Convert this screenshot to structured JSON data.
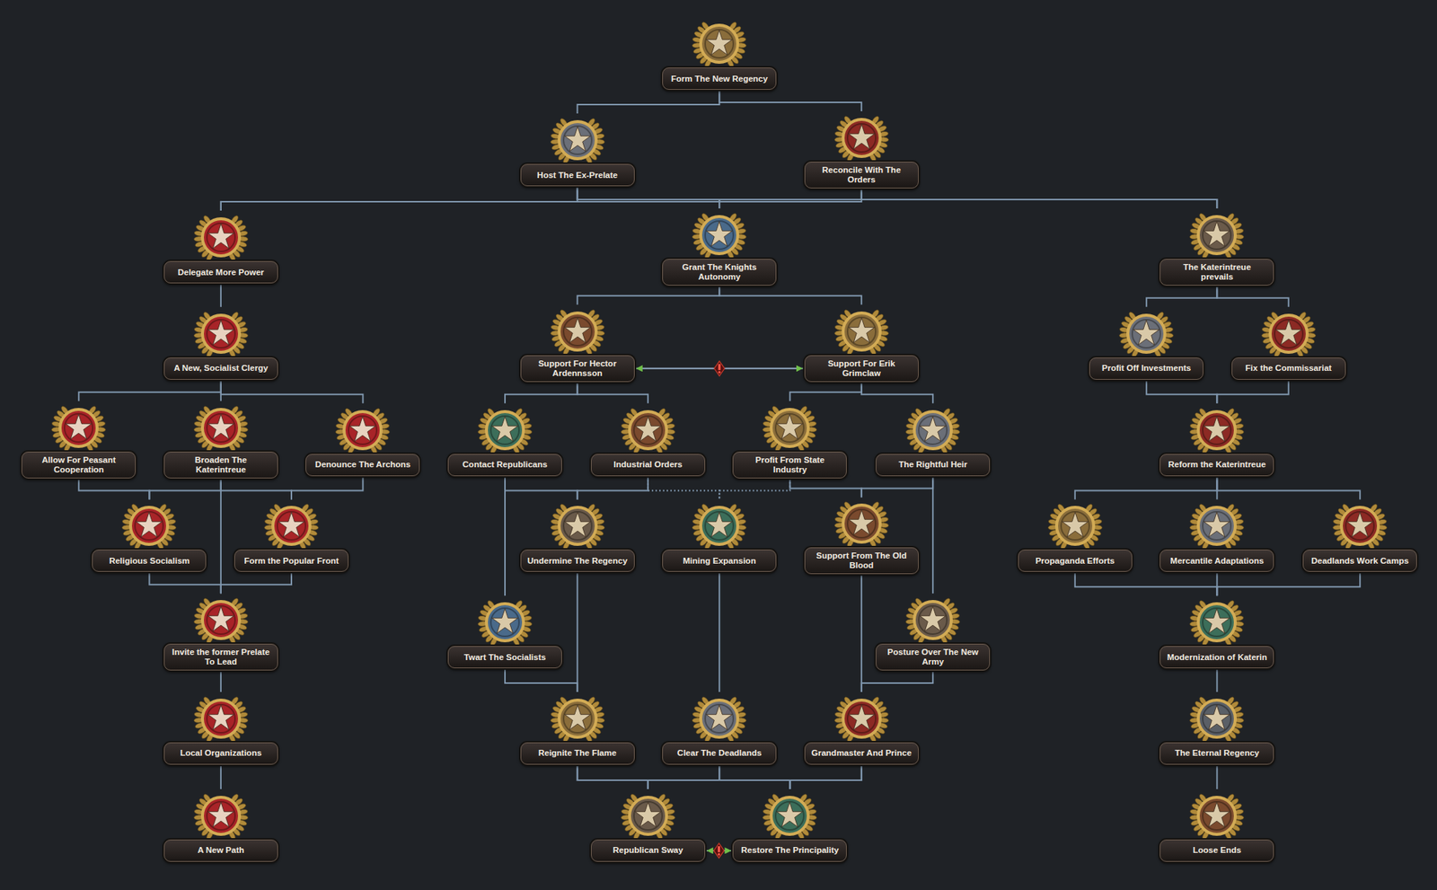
{
  "diagram": {
    "nodes": [
      {
        "text": [
          "Form The New Regency"
        ]
      },
      {
        "text": [
          "Host The Ex-Prelate"
        ]
      },
      {
        "text": [
          "Reconcile With The Orders"
        ]
      },
      {
        "text": [
          "Delegate More Power"
        ]
      },
      {
        "text": [
          "Grant The Knights Autonomy"
        ]
      },
      {
        "text": [
          "The Katerintreue prevails"
        ]
      },
      {
        "text": [
          "A New, Socialist Clergy"
        ]
      },
      {
        "text": [
          "Support For Hector Ardennsson"
        ]
      },
      {
        "text": [
          "Support For Erik Grimclaw"
        ]
      },
      {
        "text": [
          "Profit Off Investments"
        ]
      },
      {
        "text": [
          "Fix the Commissariat"
        ]
      },
      {
        "text": [
          "Allow For Peasant Cooperation"
        ]
      },
      {
        "text": [
          "Broaden The Katerintreue"
        ]
      },
      {
        "text": [
          "Denounce The Archons"
        ]
      },
      {
        "text": [
          "Contact Republicans"
        ]
      },
      {
        "text": [
          "Industrial Orders"
        ]
      },
      {
        "text": [
          "Profit From State Industry"
        ]
      },
      {
        "text": [
          "The Rightful Heir"
        ]
      },
      {
        "text": [
          "Reform the Katerintreue"
        ]
      },
      {
        "text": [
          "Religious Socialism"
        ]
      },
      {
        "text": [
          "Form the Popular Front"
        ]
      },
      {
        "text": [
          "Undermine The Regency"
        ]
      },
      {
        "text": [
          "Mining Expansion"
        ]
      },
      {
        "text": [
          "Support From The Old Blood"
        ]
      },
      {
        "text": [
          "Propaganda Efforts"
        ]
      },
      {
        "text": [
          "Mercantile Adaptations"
        ]
      },
      {
        "text": [
          "Deadlands Work Camps"
        ]
      },
      {
        "text": [
          "Invite the former Prelate To Lead"
        ]
      },
      {
        "text": [
          "Twart The Socialists"
        ]
      },
      {
        "text": [
          "Posture Over The New Army"
        ]
      },
      {
        "text": [
          "Modernization of Katerin"
        ]
      },
      {
        "text": [
          "Local Organizations"
        ]
      },
      {
        "text": [
          "Reignite The Flame"
        ]
      },
      {
        "text": [
          "Clear The Deadlands"
        ]
      },
      {
        "text": [
          "Grandmaster And Prince"
        ]
      },
      {
        "text": [
          "The Eternal Regency"
        ]
      },
      {
        "text": [
          "A New Path"
        ]
      },
      {
        "text": [
          "Republican Sway"
        ]
      },
      {
        "text": [
          "Restore The Principality"
        ]
      },
      {
        "text": [
          "Loose Ends"
        ]
      }
    ],
    "edges": [
      {
        "from": 0,
        "to": 1,
        "arrow": "none"
      },
      {
        "from": 0,
        "to": 2,
        "arrow": "none"
      },
      {
        "from": 1,
        "to": 3,
        "arrow": "none"
      },
      {
        "from": 1,
        "to": 4,
        "arrow": "none"
      },
      {
        "from": 1,
        "to": 5,
        "arrow": "none"
      },
      {
        "from": 2,
        "to": 3,
        "arrow": "none"
      },
      {
        "from": 2,
        "to": 4,
        "arrow": "none"
      },
      {
        "from": 2,
        "to": 5,
        "arrow": "none"
      },
      {
        "from": 3,
        "to": 6,
        "arrow": "none"
      },
      {
        "from": 4,
        "to": 7,
        "arrow": "none"
      },
      {
        "from": 4,
        "to": 8,
        "arrow": "none"
      },
      {
        "from": 5,
        "to": 9,
        "arrow": "none"
      },
      {
        "from": 5,
        "to": 10,
        "arrow": "none"
      },
      {
        "from": 7,
        "to": 8,
        "arrow": "both"
      },
      {
        "from": 6,
        "to": 11,
        "arrow": "none"
      },
      {
        "from": 6,
        "to": 12,
        "arrow": "none"
      },
      {
        "from": 6,
        "to": 13,
        "arrow": "none"
      },
      {
        "from": 7,
        "to": 14,
        "arrow": "none"
      },
      {
        "from": 7,
        "to": 15,
        "arrow": "none"
      },
      {
        "from": 8,
        "to": 16,
        "arrow": "none"
      },
      {
        "from": 8,
        "to": 17,
        "arrow": "none"
      },
      {
        "from": 9,
        "to": 18,
        "arrow": "none"
      },
      {
        "from": 10,
        "to": 18,
        "arrow": "none"
      },
      {
        "from": 11,
        "to": 19,
        "arrow": "none"
      },
      {
        "from": 12,
        "to": 19,
        "arrow": "none"
      },
      {
        "from": 12,
        "to": 20,
        "arrow": "none"
      },
      {
        "from": 13,
        "to": 20,
        "arrow": "none"
      },
      {
        "from": 14,
        "to": 21,
        "arrow": "none"
      },
      {
        "from": 15,
        "to": 21,
        "arrow": "none"
      },
      {
        "from": 15,
        "to": 22,
        "arrow": "none"
      },
      {
        "from": 16,
        "to": 22,
        "arrow": "none"
      },
      {
        "from": 16,
        "to": 23,
        "arrow": "none"
      },
      {
        "from": 17,
        "to": 23,
        "arrow": "none"
      },
      {
        "from": 18,
        "to": 24,
        "arrow": "none"
      },
      {
        "from": 18,
        "to": 25,
        "arrow": "none"
      },
      {
        "from": 18,
        "to": 26,
        "arrow": "none"
      },
      {
        "from": 12,
        "to": 27,
        "arrow": "none"
      },
      {
        "from": 19,
        "to": 27,
        "arrow": "none"
      },
      {
        "from": 20,
        "to": 27,
        "arrow": "none"
      },
      {
        "from": 14,
        "to": 28,
        "arrow": "none"
      },
      {
        "from": 17,
        "to": 29,
        "arrow": "none"
      },
      {
        "from": 24,
        "to": 30,
        "arrow": "none"
      },
      {
        "from": 25,
        "to": 30,
        "arrow": "none"
      },
      {
        "from": 26,
        "to": 30,
        "arrow": "none"
      },
      {
        "from": 27,
        "to": 31,
        "arrow": "none"
      },
      {
        "from": 21,
        "to": 32,
        "arrow": "none"
      },
      {
        "from": 28,
        "to": 32,
        "arrow": "none"
      },
      {
        "from": 22,
        "to": 33,
        "arrow": "none"
      },
      {
        "from": 23,
        "to": 34,
        "arrow": "none"
      },
      {
        "from": 29,
        "to": 34,
        "arrow": "none"
      },
      {
        "from": 30,
        "to": 35,
        "arrow": "none"
      },
      {
        "from": 31,
        "to": 36,
        "arrow": "none"
      },
      {
        "from": 32,
        "to": 37,
        "arrow": "none"
      },
      {
        "from": 33,
        "to": 37,
        "arrow": "none"
      },
      {
        "from": 34,
        "to": 37,
        "arrow": "none"
      },
      {
        "from": 32,
        "to": 38,
        "arrow": "none"
      },
      {
        "from": 33,
        "to": 38,
        "arrow": "none"
      },
      {
        "from": 34,
        "to": 38,
        "arrow": "none"
      },
      {
        "from": 37,
        "to": 38,
        "arrow": "both"
      },
      {
        "from": 35,
        "to": 39,
        "arrow": "none"
      }
    ]
  }
}
